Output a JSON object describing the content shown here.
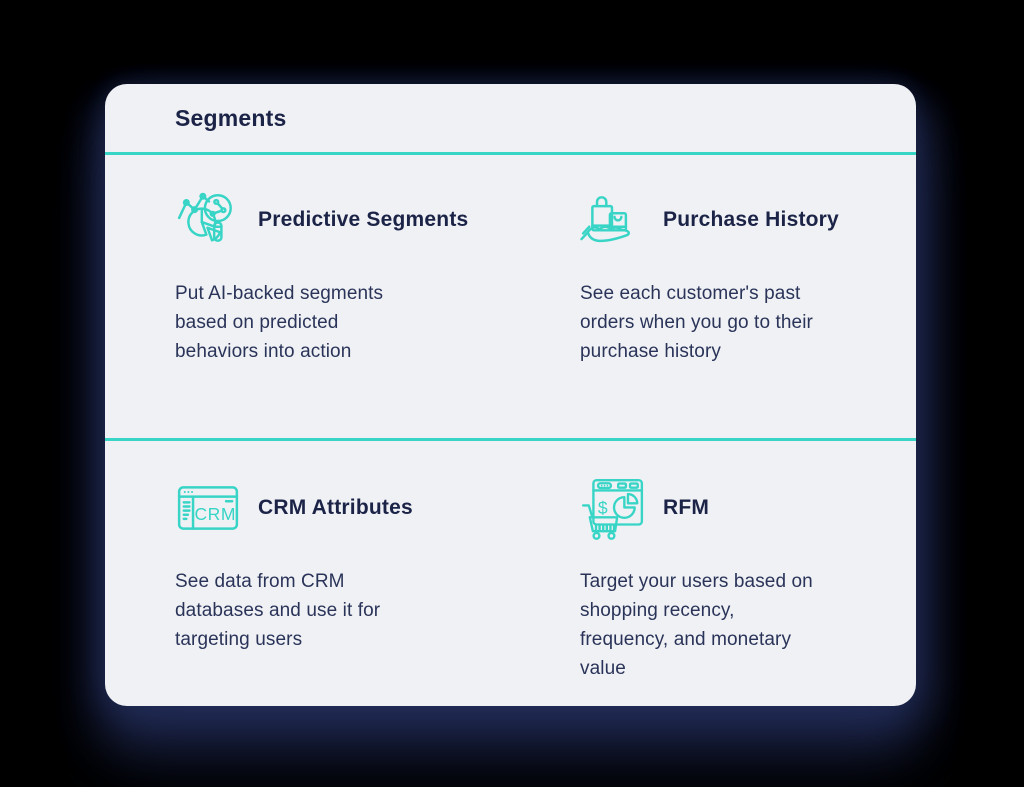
{
  "header": {
    "title": "Segments"
  },
  "features": [
    {
      "title": "Predictive Segments",
      "description": "Put AI-backed segments\nbased on predicted\nbehaviors into action",
      "icon": "predictive-segments-icon"
    },
    {
      "title": "Purchase History",
      "description": "See each customer's past\norders when you go to their\npurchase history",
      "icon": "purchase-history-icon"
    },
    {
      "title": "CRM Attributes",
      "description": "See data from CRM\ndatabases and use it for\ntargeting users",
      "icon": "crm-attributes-icon"
    },
    {
      "title": "RFM",
      "description": "Target your users based on\nshopping recency,\nfrequency, and monetary\nvalue",
      "icon": "rfm-icon"
    }
  ],
  "icon_labels": {
    "crm_text": "CRM",
    "dollar_sign": "$"
  },
  "colors": {
    "accent_teal": "#38d5c6",
    "title_navy": "#1b2347",
    "body_navy": "#2a3459",
    "card_bg": "#f0f1f5",
    "shadow_navy": "#283464"
  }
}
